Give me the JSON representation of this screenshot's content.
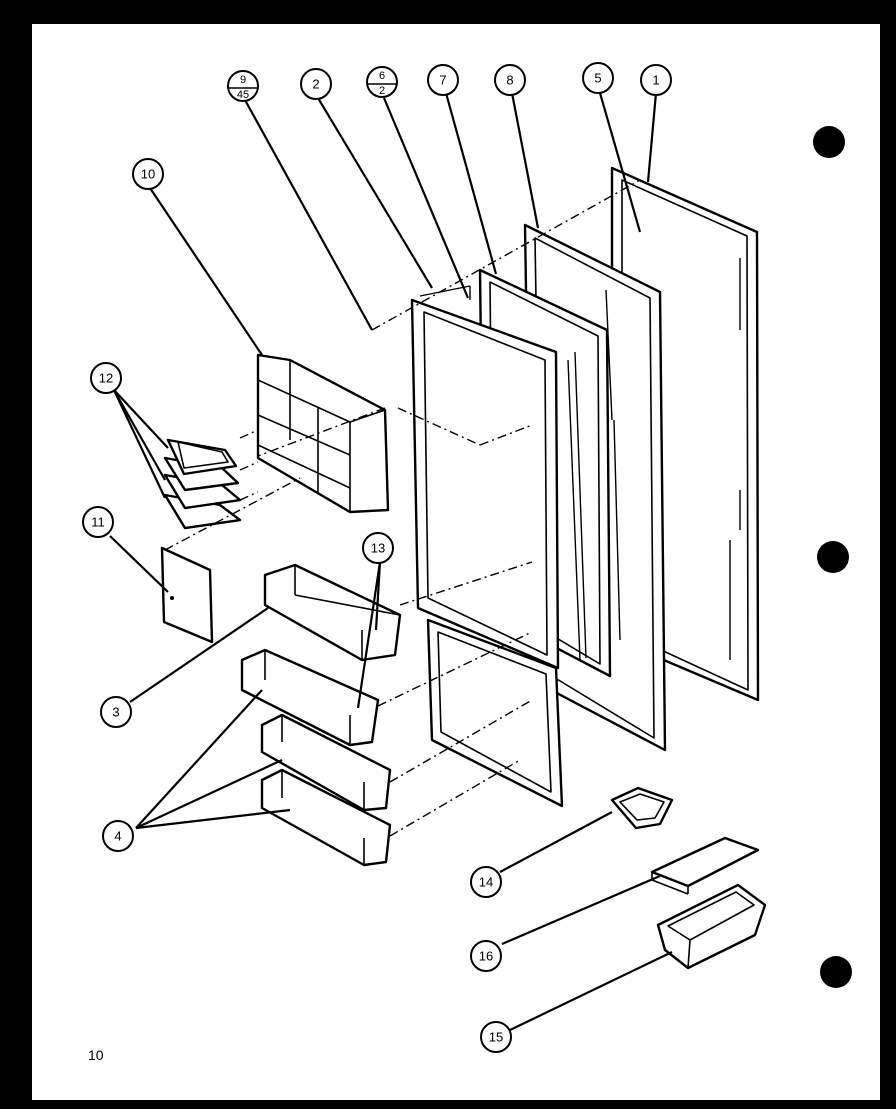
{
  "diagram": {
    "page_number": "10",
    "callouts": [
      {
        "id": "c1",
        "label": "1"
      },
      {
        "id": "c5",
        "label": "5"
      },
      {
        "id": "c8",
        "label": "8"
      },
      {
        "id": "c7",
        "label": "7"
      },
      {
        "id": "c6-2",
        "top": "6",
        "bottom": "2"
      },
      {
        "id": "c2",
        "label": "2"
      },
      {
        "id": "c9-45",
        "top": "9",
        "bottom": "45"
      },
      {
        "id": "c10",
        "label": "10"
      },
      {
        "id": "c12",
        "label": "12"
      },
      {
        "id": "c11",
        "label": "11"
      },
      {
        "id": "c13",
        "label": "13"
      },
      {
        "id": "c3",
        "label": "3"
      },
      {
        "id": "c4",
        "label": "4"
      },
      {
        "id": "c14",
        "label": "14"
      },
      {
        "id": "c16",
        "label": "16"
      },
      {
        "id": "c15",
        "label": "15"
      }
    ]
  }
}
